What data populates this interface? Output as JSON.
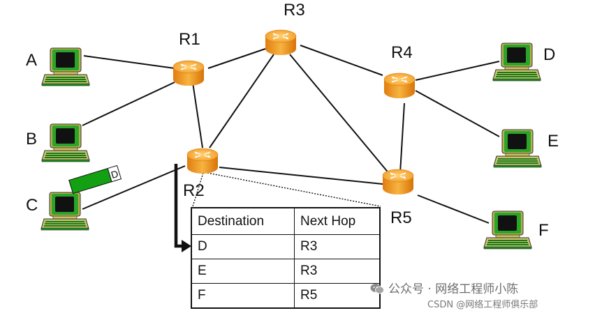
{
  "hosts": {
    "a": "A",
    "b": "B",
    "c": "C",
    "d": "D",
    "e": "E",
    "f": "F"
  },
  "routers": {
    "r1": "R1",
    "r2": "R2",
    "r3": "R3",
    "r4": "R4",
    "r5": "R5"
  },
  "packet": {
    "dest_label": "D"
  },
  "routing_table": {
    "headers": [
      "Destination",
      "Next Hop"
    ],
    "rows": [
      [
        "D",
        "R3"
      ],
      [
        "E",
        "R3"
      ],
      [
        "F",
        "R5"
      ]
    ]
  },
  "watermark": {
    "line1": "公众号 · 网络工程师小陈",
    "line2": "CSDN @网络工程师俱乐部"
  },
  "colors": {
    "router_orange": "#f0a028",
    "computer_green": "#2e9a2e",
    "packet_green": "#13a013"
  },
  "icons": [
    "router-icon",
    "computer-icon",
    "packet-icon",
    "wechat-icon"
  ]
}
